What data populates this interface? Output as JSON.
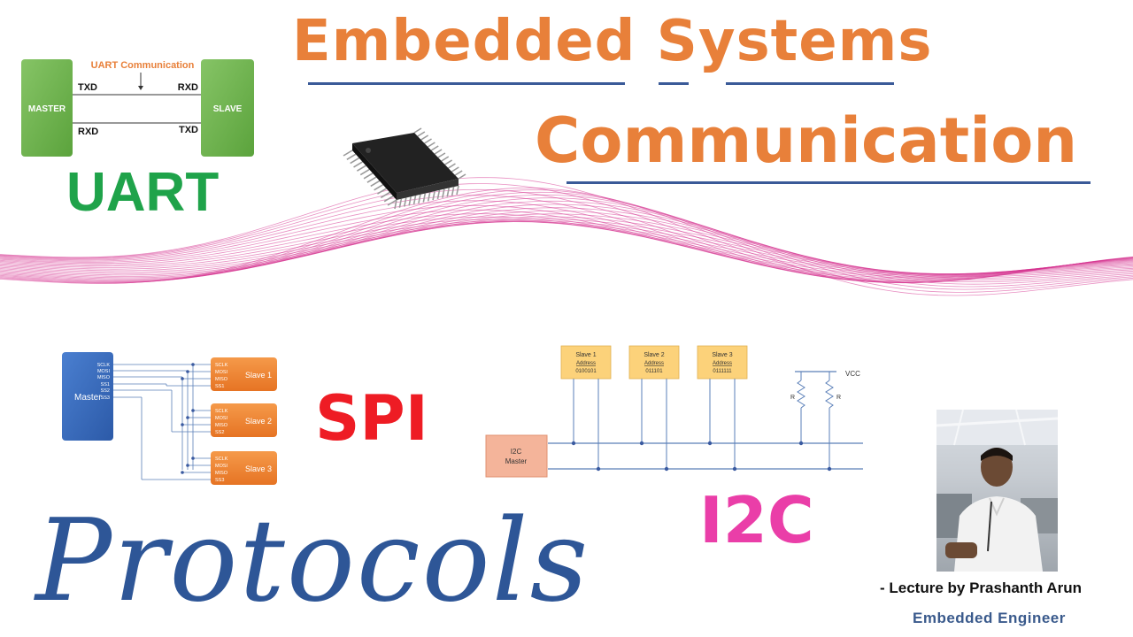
{
  "title": {
    "line1": "Embedded Systems",
    "line2": "Communication",
    "word3": "Protocols"
  },
  "uart": {
    "label": "UART",
    "diagram_caption": "UART Communication",
    "master": "MASTER",
    "slave": "SLAVE",
    "master_top": "TXD",
    "master_bottom": "RXD",
    "slave_top": "RXD",
    "slave_bottom": "TXD"
  },
  "spi": {
    "label": "SPI",
    "master": "Master",
    "master_pins": [
      "SCLK",
      "MOSI",
      "MISO",
      "SS1",
      "SS2",
      "SS3"
    ],
    "slaves": [
      {
        "name": "Slave 1",
        "pins": [
          "SCLK",
          "MOSI",
          "MISO",
          "SS1"
        ]
      },
      {
        "name": "Slave 2",
        "pins": [
          "SCLK",
          "MOSI",
          "MISO",
          "SS2"
        ]
      },
      {
        "name": "Slave 3",
        "pins": [
          "SCLK",
          "MOSI",
          "MISO",
          "SS3"
        ]
      }
    ]
  },
  "i2c": {
    "label": "I2C",
    "master_line1": "I2C",
    "master_line2": "Master",
    "address_label": "Address",
    "vcc": "VCC",
    "resistor": "R",
    "slaves": [
      {
        "name": "Slave 1",
        "address": "0100101"
      },
      {
        "name": "Slave 2",
        "address": "011101"
      },
      {
        "name": "Slave 3",
        "address": "0111111"
      }
    ]
  },
  "author": {
    "lecture": "- Lecture by Prashanth Arun",
    "role": "Embedded Engineer"
  },
  "colors": {
    "orange_title": "#e8803a",
    "uart_green": "#1fa34a",
    "spi_red": "#ee1c24",
    "i2c_pink": "#ea3ea8",
    "protocols_blue": "#2e5697",
    "wave_magenta": "#d6338f"
  },
  "icons": [
    "microchip-icon",
    "author-photo"
  ]
}
